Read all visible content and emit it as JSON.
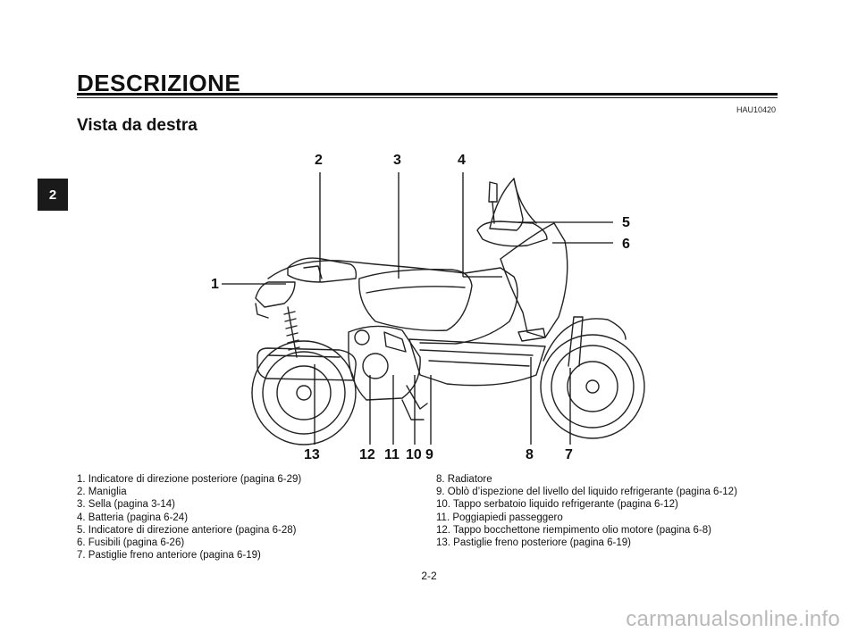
{
  "header": {
    "section_title": "DESCRIZIONE",
    "doc_code": "HAU10420",
    "subtitle": "Vista da destra"
  },
  "chapter_tab": "2",
  "figure": {
    "callouts": [
      "2",
      "3",
      "4",
      "5",
      "6",
      "1",
      "13",
      "12",
      "11",
      "10",
      "9",
      "8",
      "7"
    ]
  },
  "legend": {
    "left": [
      "1. Indicatore di direzione posteriore (pagina 6-29)",
      "2. Maniglia",
      "3. Sella (pagina 3-14)",
      "4. Batteria (pagina 6-24)",
      "5. Indicatore di direzione anteriore (pagina 6-28)",
      "6. Fusibili (pagina 6-26)",
      "7. Pastiglie freno anteriore (pagina 6-19)"
    ],
    "right": [
      "8. Radiatore",
      "9. Oblò d’ispezione del livello del liquido refrigerante (pagina 6-12)",
      "10. Tappo serbatoio liquido refrigerante (pagina 6-12)",
      "11. Poggiapiedi passeggero",
      "12. Tappo bocchettone riempimento olio motore (pagina 6-8)",
      "13. Pastiglie freno posteriore (pagina 6-19)"
    ]
  },
  "page_number": "2-2",
  "watermark": "carmanualsonline.info"
}
